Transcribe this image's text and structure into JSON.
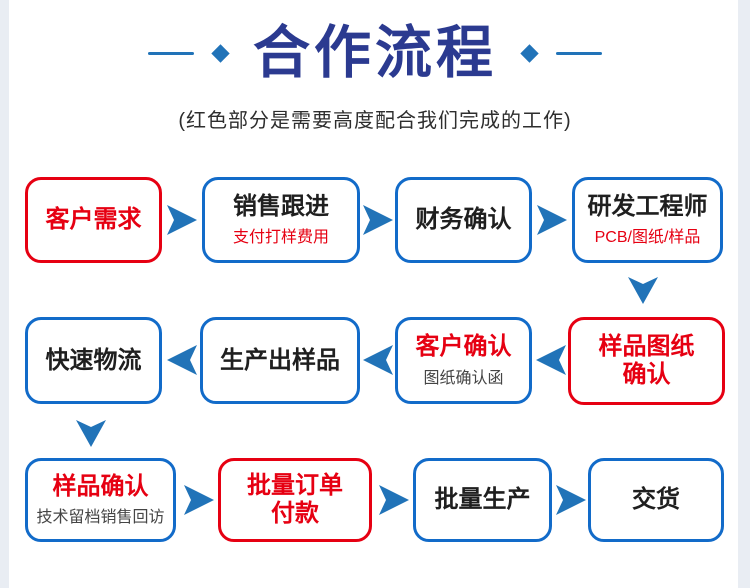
{
  "header": {
    "title": "合作流程",
    "subtitle": "(红色部分是需要高度配合我们完成的工作)"
  },
  "colors": {
    "title_navy": "#2b3a90",
    "accent_blue": "#2173b8",
    "box_border_blue": "#126bc9",
    "highlight_red": "#e60012",
    "text_dark": "#1f1f1f",
    "text_gray": "#454545",
    "page_margin_strip": "#e9edf3"
  },
  "icons": {
    "diamond_icon": "◆",
    "arrow_right_icon": "▶",
    "arrow_left_icon": "◀",
    "arrow_down_icon": "▼"
  },
  "flow": {
    "rows": [
      {
        "direction": "right",
        "boxes": [
          {
            "title": "客户需求"
          },
          {
            "title": "销售跟进",
            "subtitle": "支付打样费用"
          },
          {
            "title": "财务确认"
          },
          {
            "title": "研发工程师",
            "subtitle": "PCB/图纸/样品"
          }
        ]
      },
      {
        "direction": "left",
        "boxes": [
          {
            "title": "快速物流"
          },
          {
            "title": "生产出样品"
          },
          {
            "title": "客户确认",
            "subtitle": "图纸确认函"
          },
          {
            "title": "样品图纸确认"
          }
        ]
      },
      {
        "direction": "right",
        "boxes": [
          {
            "title": "样品确认",
            "subtitle": "技术留档销售回访"
          },
          {
            "title": "批量订单付款"
          },
          {
            "title": "批量生产"
          },
          {
            "title": "交货"
          }
        ]
      }
    ]
  }
}
